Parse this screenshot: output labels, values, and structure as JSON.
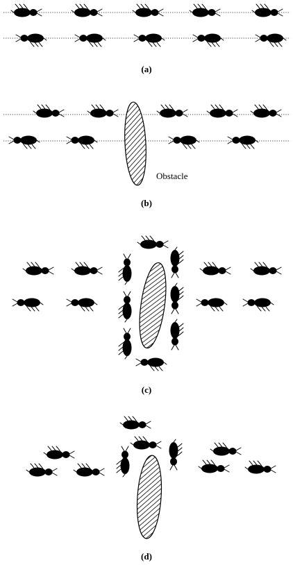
{
  "figure": {
    "panels": [
      {
        "label": "(a)"
      },
      {
        "label": "(b)",
        "obstacle_label": "Obstacle"
      },
      {
        "label": "(c)"
      },
      {
        "label": "(d)"
      }
    ],
    "colors": {
      "ant": "#000000",
      "trail": "#000000",
      "obstacle_fill": "#ffffff",
      "obstacle_hatch": "#000000",
      "background": "#ffffff"
    },
    "icons": {
      "ant": "ant-icon",
      "obstacle": "hatched-ellipse"
    }
  }
}
